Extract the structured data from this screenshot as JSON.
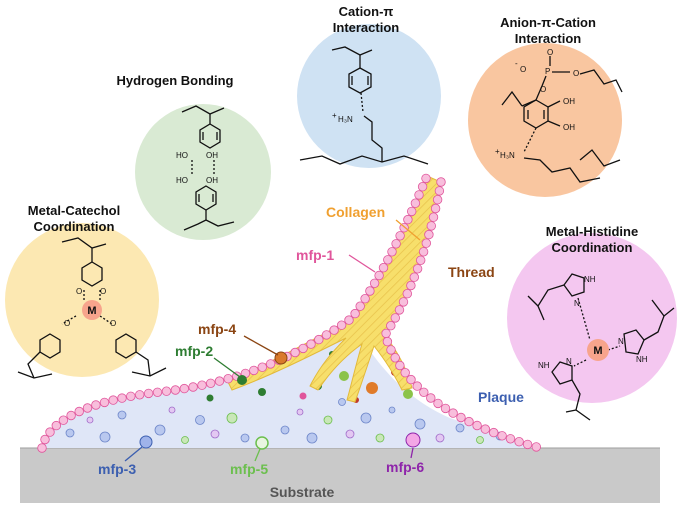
{
  "bubbles": {
    "cation_pi": {
      "title_line1": "Cation-π",
      "title_line2": "Interaction",
      "color": "#cfe2f3"
    },
    "anion_pi": {
      "title_line1": "Anion-π-Cation",
      "title_line2": "Interaction",
      "color": "#f9c6a0",
      "o_minus": "O",
      "oh": "OH"
    },
    "hydrogen": {
      "title": "Hydrogen Bonding",
      "color": "#d9ead3",
      "ho": "HO",
      "oh": "OH"
    },
    "metal_catechol": {
      "title_line1": "Metal-Catechol",
      "title_line2": "Coordination",
      "color": "#fce8b2",
      "metal": "M"
    },
    "metal_histidine": {
      "title_line1": "Metal-Histidine",
      "title_line2": "Coordination",
      "color": "#f4c7f0",
      "metal": "M",
      "nh": "NH",
      "n": "N"
    }
  },
  "chem": {
    "h3n": "H₃N",
    "plus": "+",
    "minus": "-",
    "p": "P",
    "o": "O"
  },
  "labels": {
    "collagen": "Collagen",
    "thread": "Thread",
    "mfp1": "mfp-1",
    "mfp2": "mfp-2",
    "mfp3": "mfp-3",
    "mfp4": "mfp-4",
    "mfp5": "mfp-5",
    "mfp6": "mfp-6",
    "plaque": "Plaque",
    "substrate": "Substrate"
  },
  "colors": {
    "mfp1": "#e0559b",
    "mfp2": "#2e7d32",
    "mfp3": "#3c5fb0",
    "mfp4": "#8b4513",
    "mfp5": "#6cbf4e",
    "mfp6": "#8e24aa",
    "collagen": "#f0a030",
    "thread": "#8b4513",
    "plaque": "#3c5fb0",
    "substrate": "#555555",
    "fiber": "#f7df6b",
    "plaque_fill": "#dfe6f7",
    "substrate_fill": "#c9c9c9",
    "bead": "#f8bedc"
  }
}
